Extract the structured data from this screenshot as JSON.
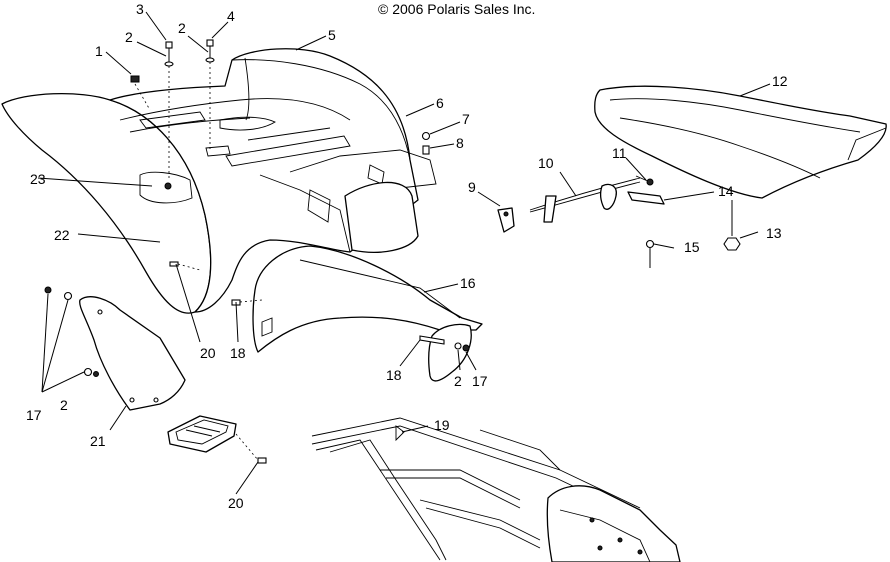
{
  "copyright": "© 2006 Polaris Sales Inc.",
  "callouts": [
    {
      "id": "c1",
      "text": "1"
    },
    {
      "id": "c2a",
      "text": "2"
    },
    {
      "id": "c3",
      "text": "3"
    },
    {
      "id": "c2b",
      "text": "2"
    },
    {
      "id": "c4",
      "text": "4"
    },
    {
      "id": "c5",
      "text": "5"
    },
    {
      "id": "c6",
      "text": "6"
    },
    {
      "id": "c7",
      "text": "7"
    },
    {
      "id": "c8",
      "text": "8"
    },
    {
      "id": "c9",
      "text": "9"
    },
    {
      "id": "c10",
      "text": "10"
    },
    {
      "id": "c11",
      "text": "11"
    },
    {
      "id": "c12",
      "text": "12"
    },
    {
      "id": "c13",
      "text": "13"
    },
    {
      "id": "c14",
      "text": "14"
    },
    {
      "id": "c15",
      "text": "15"
    },
    {
      "id": "c16",
      "text": "16"
    },
    {
      "id": "c17a",
      "text": "17"
    },
    {
      "id": "c17b",
      "text": "17"
    },
    {
      "id": "c2c",
      "text": "2"
    },
    {
      "id": "c2d",
      "text": "2"
    },
    {
      "id": "c18a",
      "text": "18"
    },
    {
      "id": "c18b",
      "text": "18"
    },
    {
      "id": "c19",
      "text": "19"
    },
    {
      "id": "c20a",
      "text": "20"
    },
    {
      "id": "c20b",
      "text": "20"
    },
    {
      "id": "c21",
      "text": "21"
    },
    {
      "id": "c22",
      "text": "22"
    },
    {
      "id": "c23",
      "text": "23"
    }
  ]
}
